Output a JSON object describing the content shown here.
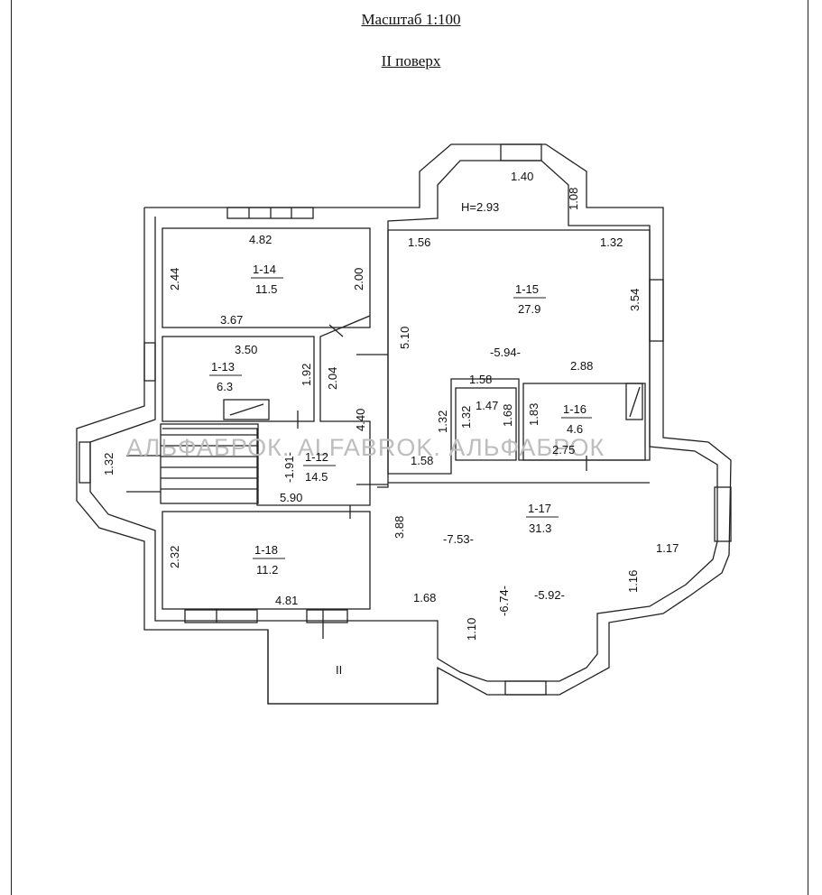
{
  "header": {
    "scale": "Масштаб 1:100",
    "floor": "II поверх"
  },
  "ceiling_height": "H=2.93",
  "rooms": {
    "r14": {
      "id": "1-14",
      "area": "11.5"
    },
    "r13": {
      "id": "1-13",
      "area": "6.3"
    },
    "r12": {
      "id": "1-12",
      "area": "14.5"
    },
    "r15": {
      "id": "1-15",
      "area": "27.9"
    },
    "r16": {
      "id": "1-16",
      "area": "4.6"
    },
    "r17": {
      "id": "1-17",
      "area": "31.3"
    },
    "r18": {
      "id": "1-18",
      "area": "11.2"
    }
  },
  "dims": {
    "d140": "1.40",
    "d108": "1.08",
    "d156": "1.56",
    "d132a": "1.32",
    "d354": "3.54",
    "d594": "-5.94-",
    "d288": "2.88",
    "d158a": "1.58",
    "d132b": "1.32",
    "d132c": "1.32",
    "d147": "1.47",
    "d168a": "1.68",
    "d183": "1.83",
    "d275": "2.75",
    "d510": "5.10",
    "d482": "4.82",
    "d244": "2.44",
    "d200": "2.00",
    "d367": "3.67",
    "d350": "3.50",
    "d192": "1.92",
    "d204": "2.04",
    "d440": "4.40",
    "d132d": "1.32",
    "d191": "-1.91-",
    "d590": "5.90",
    "d158b": "1.58",
    "d388": "3.88",
    "d753": "-7.53-",
    "d117": "1.17",
    "d116": "1.16",
    "d674": "-6.74-",
    "d592": "-5.92-",
    "d168b": "1.68",
    "d110": "1.10",
    "d232": "2.32",
    "d481": "4.81"
  },
  "balcony": "II",
  "watermark": "АЛЬФАБРОК. ALFABROK. АЛЬФАБРОК"
}
